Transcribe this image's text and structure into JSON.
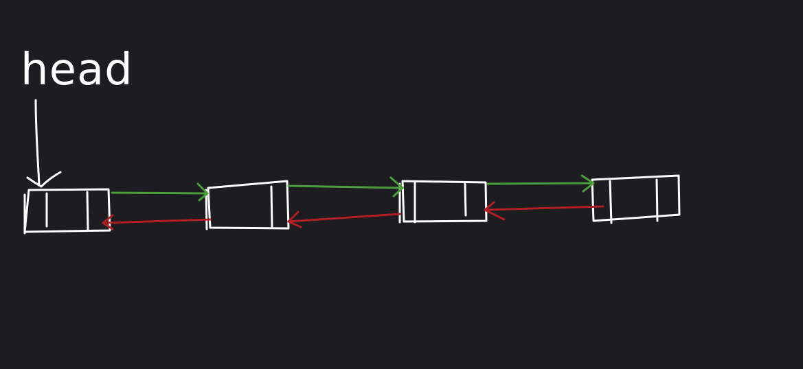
{
  "diagram": {
    "pointer_label": "head",
    "node_count": 4,
    "colors": {
      "background": "#1d1c20",
      "ink": "#ffffff",
      "next_link": "#4c9e3c",
      "prev_link": "#b01f22"
    },
    "links": {
      "next_direction": "forward",
      "prev_direction": "backward"
    }
  }
}
